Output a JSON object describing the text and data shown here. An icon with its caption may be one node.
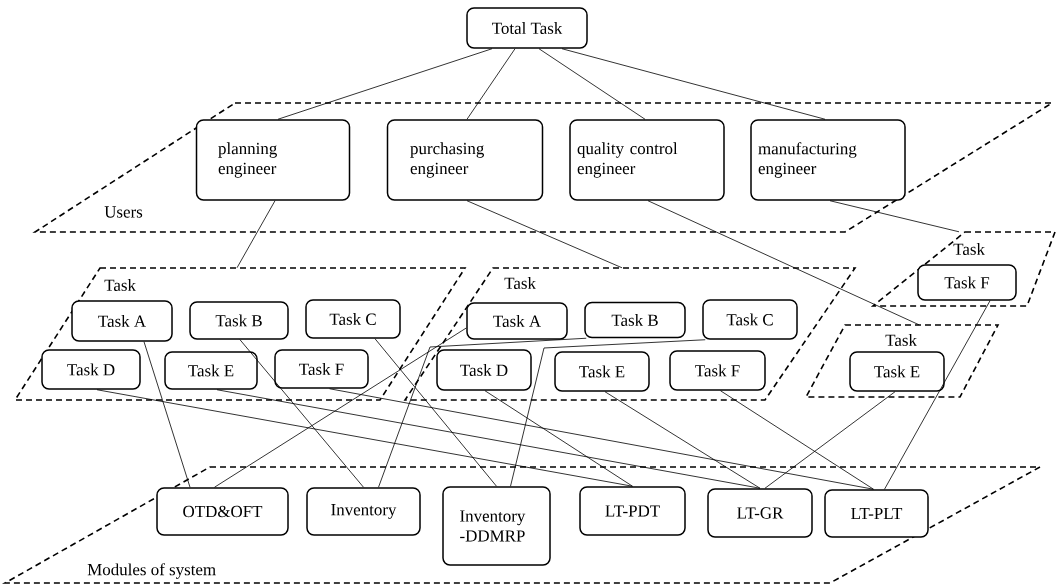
{
  "diagram": {
    "nodes": [
      {
        "text": [
          "Total Task"
        ]
      },
      {
        "text": [
          "Users"
        ]
      },
      {
        "text": [
          "planning engineer"
        ],
        "in": 1
      },
      {
        "text": [
          "purchasing engineer"
        ],
        "in": 1
      },
      {
        "text": [
          "quality control engineer"
        ],
        "in": 1
      },
      {
        "text": [
          "manufacturing engineer"
        ],
        "in": 1
      },
      {
        "text": [
          "Task"
        ]
      },
      {
        "text": [
          "Task A"
        ],
        "in": 6
      },
      {
        "text": [
          "Task B"
        ],
        "in": 6
      },
      {
        "text": [
          "Task C"
        ],
        "in": 6
      },
      {
        "text": [
          "Task D"
        ],
        "in": 6
      },
      {
        "text": [
          "Task E"
        ],
        "in": 6
      },
      {
        "text": [
          "Task F"
        ],
        "in": 6
      },
      {
        "text": [
          "Task"
        ]
      },
      {
        "text": [
          "Task A"
        ],
        "in": 13
      },
      {
        "text": [
          "Task B"
        ],
        "in": 13
      },
      {
        "text": [
          "Task C"
        ],
        "in": 13
      },
      {
        "text": [
          "Task D"
        ],
        "in": 13
      },
      {
        "text": [
          "Task E"
        ],
        "in": 13
      },
      {
        "text": [
          "Task F"
        ],
        "in": 13
      },
      {
        "text": [
          "Task"
        ]
      },
      {
        "text": [
          "Task F"
        ],
        "in": 20
      },
      {
        "text": [
          "Task"
        ]
      },
      {
        "text": [
          "Task E"
        ],
        "in": 22
      },
      {
        "text": [
          "Modules of system"
        ]
      },
      {
        "text": [
          "OTD&OFT"
        ],
        "in": 24
      },
      {
        "text": [
          "Inventory"
        ],
        "in": 24
      },
      {
        "text": [
          "Inventory -DDMRP"
        ],
        "in": 24
      },
      {
        "text": [
          "LT-PDT"
        ],
        "in": 24
      },
      {
        "text": [
          "LT-GR"
        ],
        "in": 24
      },
      {
        "text": [
          "LT-PLT"
        ],
        "in": 24
      }
    ],
    "edges": [
      {
        "from": 0,
        "to": 2,
        "arrow": "none"
      },
      {
        "from": 0,
        "to": 3,
        "arrow": "none"
      },
      {
        "from": 0,
        "to": 4,
        "arrow": "none"
      },
      {
        "from": 0,
        "to": 5,
        "arrow": "none"
      },
      {
        "from": 2,
        "to": 6,
        "arrow": "none"
      },
      {
        "from": 3,
        "to": 13,
        "arrow": "none"
      },
      {
        "from": 4,
        "to": 22,
        "arrow": "none"
      },
      {
        "from": 5,
        "to": 20,
        "arrow": "none"
      },
      {
        "from": 7,
        "to": 25,
        "arrow": "none"
      },
      {
        "from": 14,
        "to": 25,
        "arrow": "none"
      },
      {
        "from": 8,
        "to": 26,
        "arrow": "none"
      },
      {
        "from": 15,
        "to": 26,
        "arrow": "none"
      },
      {
        "from": 9,
        "to": 27,
        "arrow": "none"
      },
      {
        "from": 16,
        "to": 27,
        "arrow": "none"
      },
      {
        "from": 10,
        "to": 28,
        "arrow": "none"
      },
      {
        "from": 17,
        "to": 28,
        "arrow": "none"
      },
      {
        "from": 11,
        "to": 29,
        "arrow": "none"
      },
      {
        "from": 18,
        "to": 29,
        "arrow": "none"
      },
      {
        "from": 23,
        "to": 29,
        "arrow": "none"
      },
      {
        "from": 12,
        "to": 30,
        "arrow": "none"
      },
      {
        "from": 19,
        "to": 30,
        "arrow": "none"
      },
      {
        "from": 21,
        "to": 30,
        "arrow": "none"
      }
    ]
  }
}
